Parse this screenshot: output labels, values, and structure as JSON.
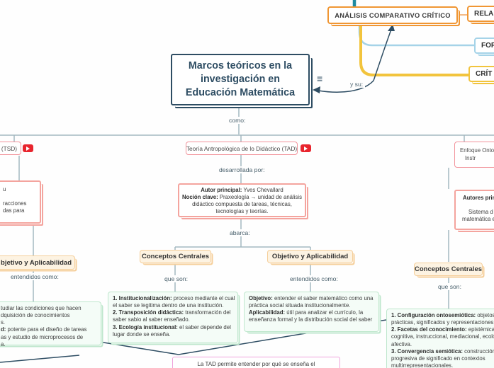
{
  "colors": {
    "navy": "#2e4d63",
    "connector_gray": "#a3b8c0",
    "orange": "#f09633",
    "yellow_thick": "#f2c43d",
    "light_blue": "#a5d3e8",
    "teal": "#1e8ba1",
    "pink_node_border": "#f2939b",
    "pink_card_border": "#f4a49e",
    "magenta_border": "#efa3dc",
    "green_border": "#bfe7cd",
    "green_bg": "#f4fcf7",
    "cream_bg": "#fdf3e2",
    "cream_border": "#f5cf9b",
    "youtube_red": "#e8252e"
  },
  "icons": {
    "menu_glyph": "≡",
    "video_icon": "youtube-play-icon"
  },
  "root": {
    "title": "Marcos teóricos en la\ninvestigación en\nEducación Matemática"
  },
  "connector_labels": {
    "y_su": "y su:",
    "como": "como:"
  },
  "analysis_branch": {
    "node": "ANÁLISIS COMPARATIVO CRÍTICO",
    "children": [
      {
        "label": "RELA"
      },
      {
        "label": "FORT"
      },
      {
        "label": "CRÍT"
      }
    ]
  },
  "tsd_branch": {
    "node_fragment": "s (TSD)",
    "author_fragment_lines": [
      {
        "b": "",
        "t": "u"
      },
      {
        "b": "",
        "t": ""
      },
      {
        "b": "",
        "t": "racciones"
      },
      {
        "b": "",
        "t": "das para"
      }
    ],
    "objective_title_fragment": "bjetivo y Aplicabilidad",
    "relation_label": "entendidos como:",
    "content_fragment_lines": [
      {
        "b": "",
        "t": "tudiar las condiciones que hacen"
      },
      {
        "b": "",
        "t": "dquisición de conocimientos"
      },
      {
        "b": "",
        "t": "s."
      },
      {
        "b": "d:",
        "t": " potente para el diseño de tareas"
      },
      {
        "b": "",
        "t": "as y estudio de microprocesos de"
      },
      {
        "b": "",
        "t": "a."
      }
    ]
  },
  "tad_branch": {
    "node": "Teoría Antropológica de lo Didáctico (TAD)",
    "developed_by_label": "desarrollada por:",
    "author_box_lines": [
      {
        "b": "Autor principal:",
        "t": " Yves Chevallard"
      },
      {
        "b": "Noción clave:",
        "t": " Praxeología → unidad de análisis"
      },
      {
        "b": "",
        "t": "didáctico compuesta de tareas, técnicas,"
      },
      {
        "b": "",
        "t": "tecnologías y teorías."
      }
    ],
    "abarca_label": "abarca:",
    "concepts": {
      "title": "Conceptos Centrales",
      "relation_label": "que son:",
      "lines": [
        {
          "b": "1. Institucionalización:",
          "t": " proceso mediante el cual"
        },
        {
          "b": "",
          "t": "el saber se legitima dentro de una institución."
        },
        {
          "b": "2. Transposición didáctica:",
          "t": " transformación del"
        },
        {
          "b": "",
          "t": "saber sabio al saber enseñado."
        },
        {
          "b": "3. Ecología institucional:",
          "t": " el saber depende del"
        },
        {
          "b": "",
          "t": "lugar donde se enseña."
        }
      ]
    },
    "objective": {
      "title": "Objetivo y Aplicabilidad",
      "relation_label": "entendidos como:",
      "lines": [
        {
          "b": "Objetivo:",
          "t": " entender el saber matemático como una"
        },
        {
          "b": "",
          "t": "práctica social situada institucionalmente."
        },
        {
          "b": "Aplicabilidad:",
          "t": " útil para analizar el currículo, la"
        },
        {
          "b": "",
          "t": "enseñanza formal y la distribución social del saber"
        }
      ]
    },
    "summary_fragment": "La TAD permite entender por qué se enseña el"
  },
  "eos_branch": {
    "node_fragment_lines": [
      "Enfoque Onto",
      "Instr"
    ],
    "authors_fragment_lines": [
      {
        "b": "Autores princi",
        "t": ""
      },
      {
        "b": "",
        "t": ""
      },
      {
        "b": "",
        "t": "Sistema d"
      },
      {
        "b": "",
        "t": "matemática es"
      }
    ],
    "concepts": {
      "title": "Conceptos Centrales",
      "relation_label": "que son:",
      "lines": [
        {
          "b": "1. Configuración ontosemiótica:",
          "t": " objetos,"
        },
        {
          "b": "",
          "t": "prácticas, significados y representaciones."
        },
        {
          "b": "2. Facetas del conocimiento:",
          "t": " epistémica,"
        },
        {
          "b": "",
          "t": "cognitiva, instruccional, mediacional, ecológ"
        },
        {
          "b": "",
          "t": "afectiva."
        },
        {
          "b": "3. Convergencia semiótica:",
          "t": " construcción"
        },
        {
          "b": "",
          "t": "progresiva de significado en contextos"
        },
        {
          "b": "",
          "t": "multirrepresentacionales."
        }
      ]
    }
  }
}
